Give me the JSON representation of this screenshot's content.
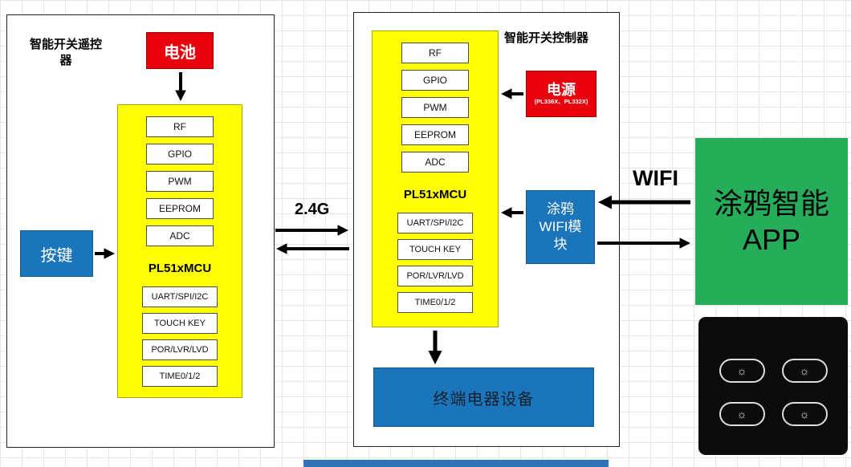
{
  "diagram": {
    "remote": {
      "title": "智能开关遥控器",
      "battery": "电池",
      "key_button": "按键"
    },
    "controller": {
      "title": "智能开关控制器",
      "power": "电源",
      "power_models": "(PL336X、PL332X)",
      "wifi_module": "涂鸦\nWIFI模\n块",
      "terminal": "终端电器设备"
    },
    "mcu": {
      "name": "PL51xMCU",
      "top_blocks": [
        "RF",
        "GPIO",
        "PWM",
        "EEPROM",
        "ADC"
      ],
      "bottom_blocks": [
        "UART/SPI/I2C",
        "TOUCH KEY",
        "POR/LVR/LVD",
        "TIME0/1/2"
      ]
    },
    "links": {
      "rf": "2.4G",
      "wifi": "WIFI"
    },
    "app": {
      "line1": "涂鸦智能",
      "line2": "APP"
    },
    "switch_panel": {
      "button_icon": "☼",
      "button_count": 4
    },
    "colors": {
      "mcu_yellow": "#ffff00",
      "alert_red": "#e8000d",
      "block_blue": "#1b75bb",
      "app_green": "#25ad5a",
      "panel_black": "#0c0c0c",
      "arrow_black": "#000000"
    }
  }
}
